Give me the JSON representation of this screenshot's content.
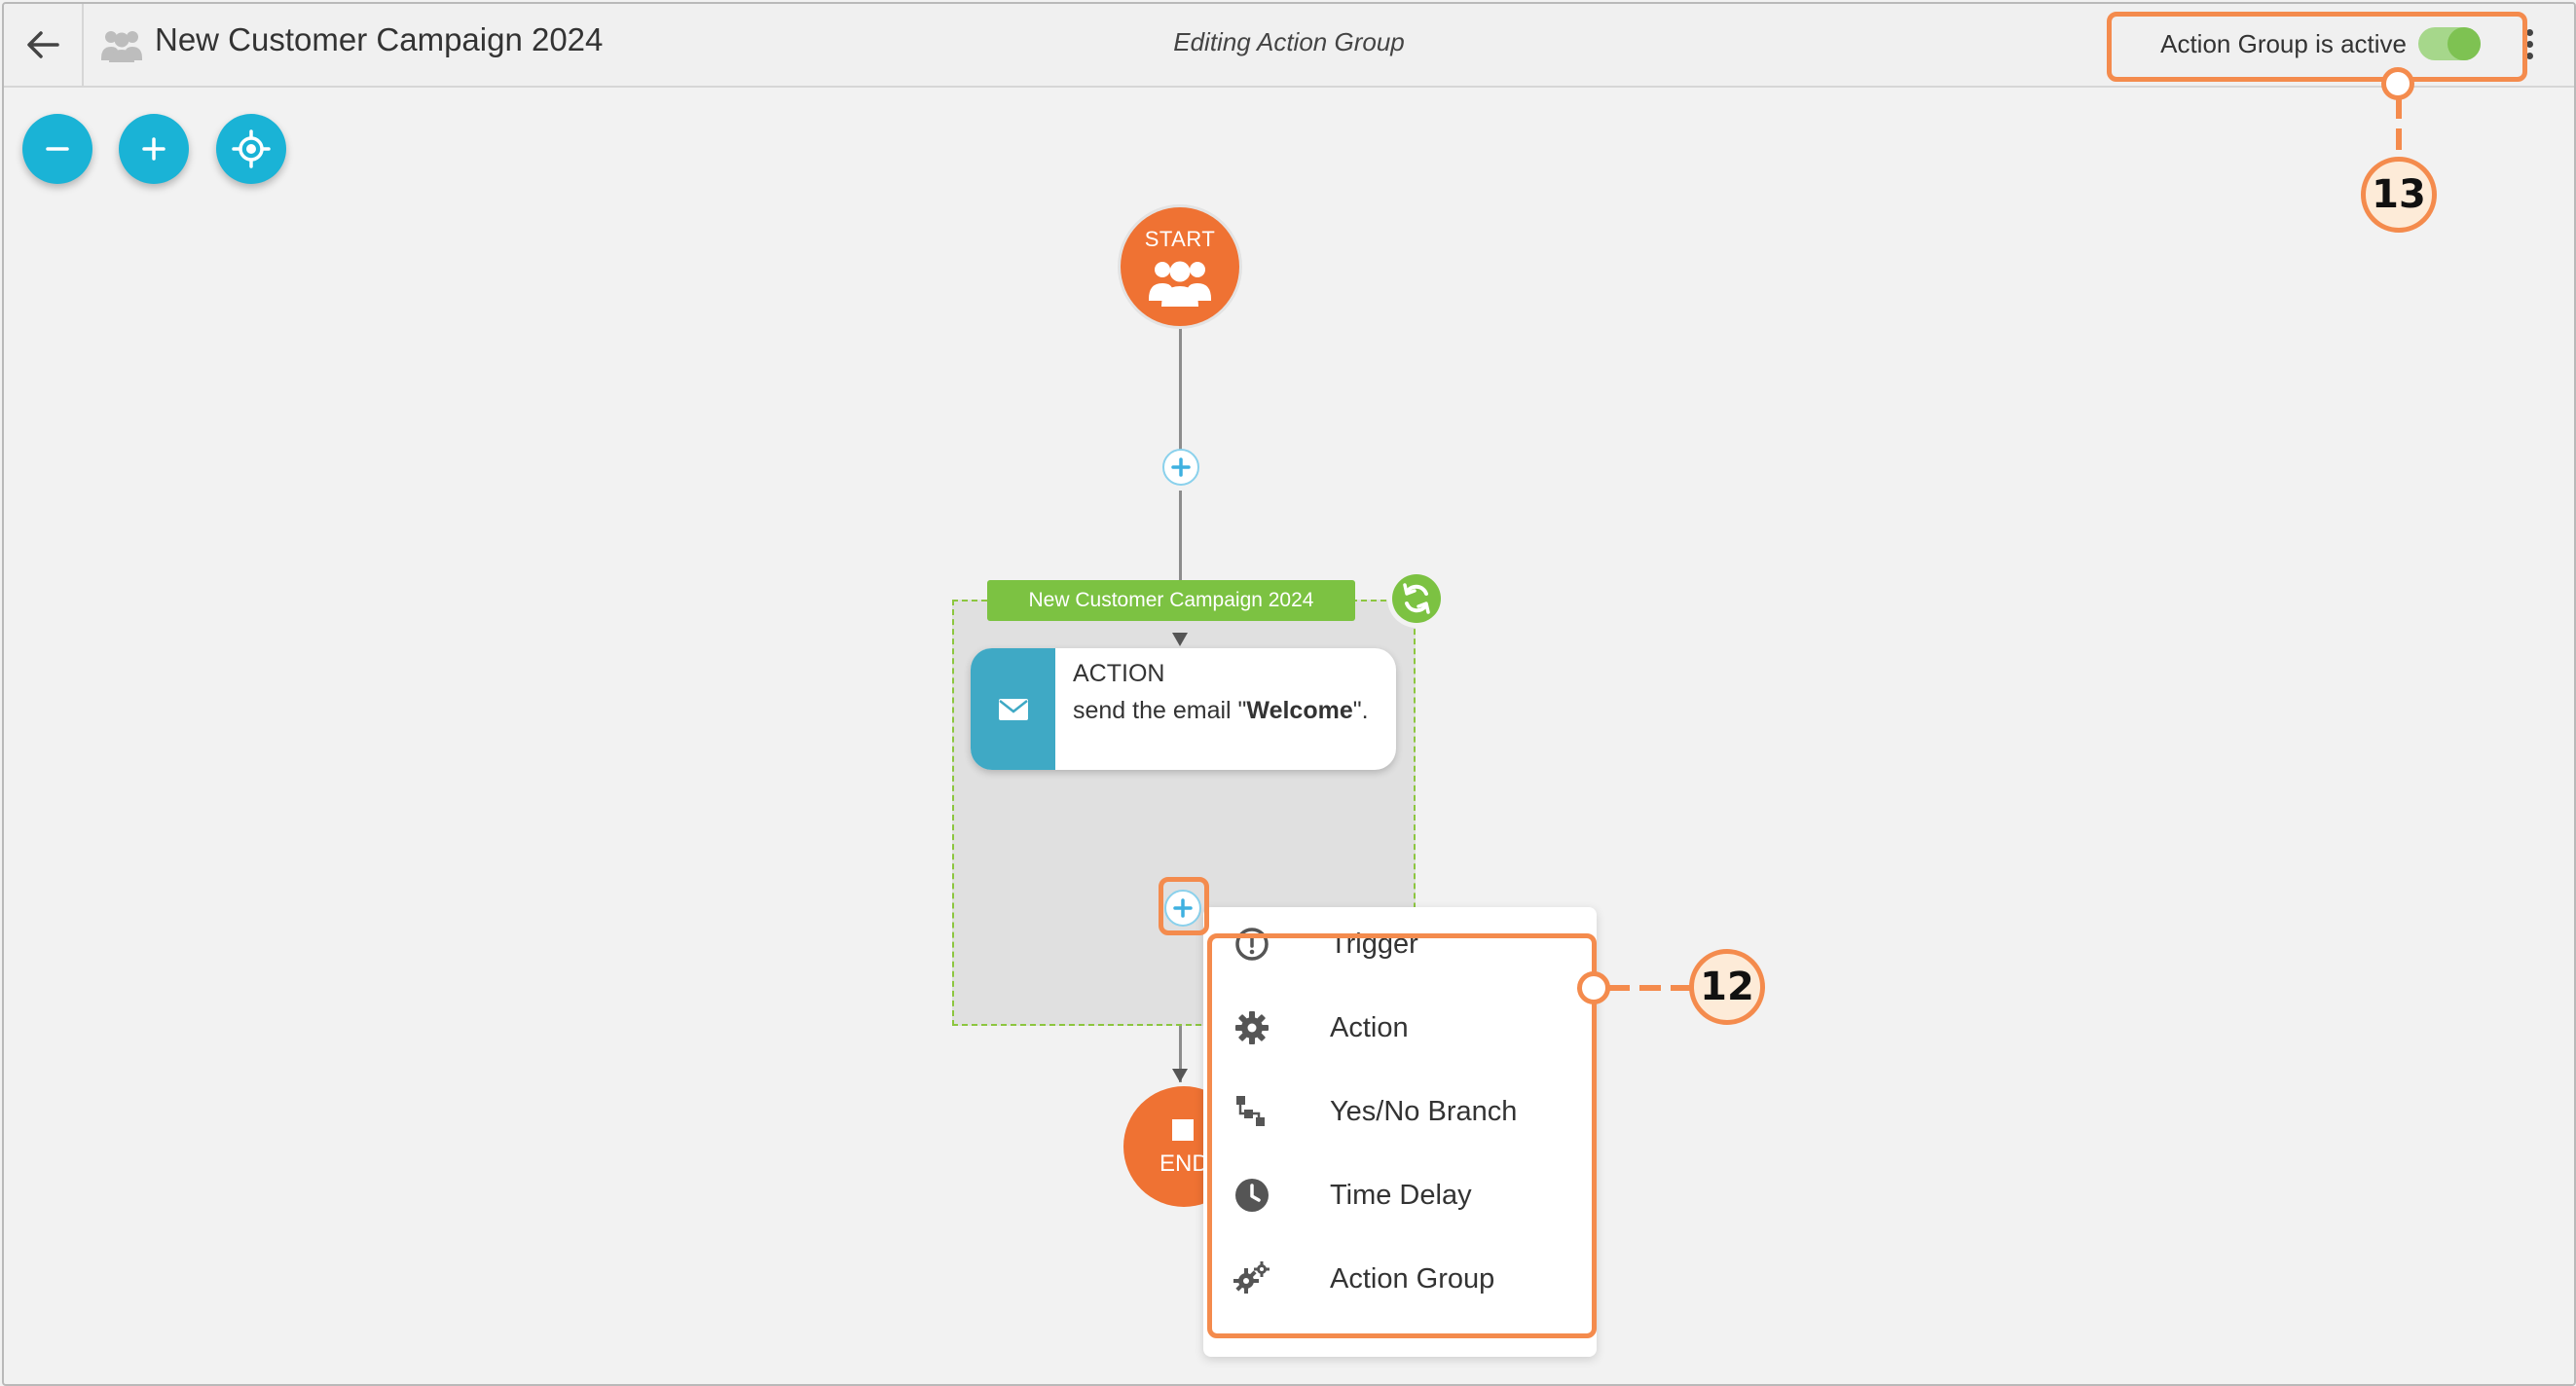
{
  "header": {
    "title": "New Customer Campaign 2024",
    "editing_label": "Editing Action Group",
    "status_label": "Action Group is active",
    "toggle_state": "on",
    "icons": {
      "back": "arrow-left-icon",
      "group": "users-group-icon",
      "more": "more-vertical-icon"
    }
  },
  "zoom_controls": [
    {
      "name": "zoom-out-button",
      "icon": "minus-icon"
    },
    {
      "name": "zoom-in-button",
      "icon": "plus-icon"
    },
    {
      "name": "recenter-button",
      "icon": "target-icon"
    }
  ],
  "flow": {
    "start_label": "START",
    "group_name": "New Customer Campaign 2024",
    "action": {
      "type_label": "ACTION",
      "desc_prefix": "send the email \"",
      "email_name": "Welcome",
      "desc_suffix": "\"."
    },
    "end_label": "END"
  },
  "add_menu": {
    "items": [
      {
        "label": "Trigger",
        "icon": "exclamation-circle-icon"
      },
      {
        "label": "Action",
        "icon": "gear-icon"
      },
      {
        "label": "Yes/No Branch",
        "icon": "branch-icon"
      },
      {
        "label": "Time Delay",
        "icon": "clock-icon"
      },
      {
        "label": "Action Group",
        "icon": "gears-icon"
      }
    ]
  },
  "annotations": {
    "menu_callout": "12",
    "toggle_callout": "13"
  },
  "colors": {
    "accent_cyan": "#1ab3d6",
    "node_orange": "#ef7233",
    "group_green": "#7cc242",
    "email_blue": "#3fa9c5",
    "annotation_orange": "#f48b4d"
  }
}
